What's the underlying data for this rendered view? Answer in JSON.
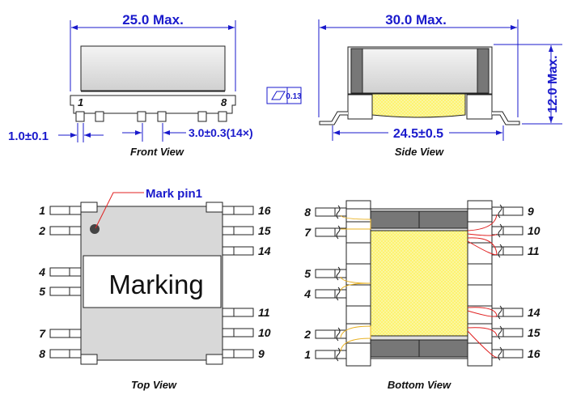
{
  "front_view": {
    "title": "Front View",
    "width_dim": "25.0 Max.",
    "pin_first": "1",
    "pin_last": "8",
    "pin_width_dim": "1.0±0.1",
    "pitch_dim": "3.0±0.3(14×)"
  },
  "side_view": {
    "title": "Side View",
    "width_dim": "30.0 Max.",
    "height_dim": "12.0 Max.",
    "span_dim": "24.5±0.5",
    "flatness_value": "0.13"
  },
  "top_view": {
    "title": "Top View",
    "mark_label": "Mark pin1",
    "marking_text": "Marking",
    "left_pins": [
      "1",
      "2",
      "4",
      "5",
      "7",
      "8"
    ],
    "right_pins": [
      "16",
      "15",
      "14",
      "11",
      "10",
      "9"
    ]
  },
  "bottom_view": {
    "title": "Bottom View",
    "left_pins": [
      "8",
      "7",
      "5",
      "4",
      "2",
      "1"
    ],
    "right_pins": [
      "9",
      "10",
      "11",
      "14",
      "15",
      "16"
    ]
  },
  "colors": {
    "dimension": "#1a1acc",
    "core": "#fff36a",
    "winding_left": "#e8b020",
    "winding_right": "#e02020"
  }
}
